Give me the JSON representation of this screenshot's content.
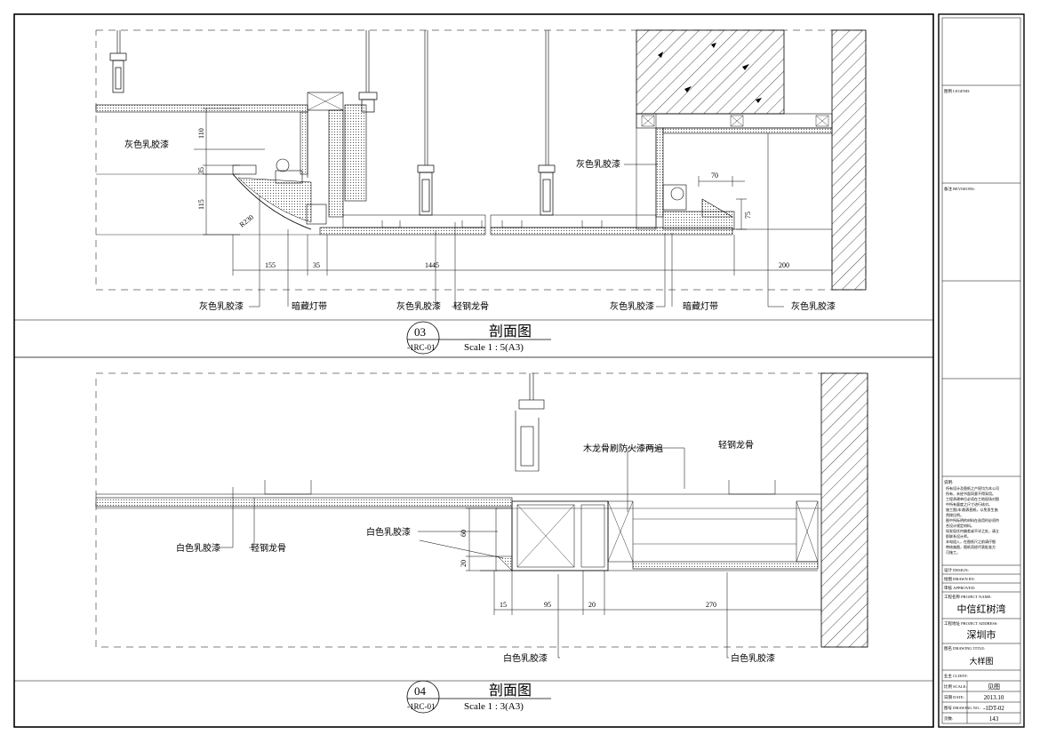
{
  "section_03": {
    "number": "03",
    "ref": "-1RC-01",
    "title": "剖面图",
    "scale": "Scale 1 : 5(A3)",
    "labels": {
      "paint_left_mid": "灰色乳胶漆",
      "paint_right_mid": "灰色乳胶漆",
      "paint_bottom_1": "灰色乳胶漆",
      "hidden_strip_1": "暗藏灯带",
      "paint_bottom_2": "灰色乳胶漆",
      "steel_keel": "轻钢龙骨",
      "paint_bottom_3": "灰色乳胶漆",
      "hidden_strip_2": "暗藏灯带",
      "paint_bottom_4": "灰色乳胶漆"
    },
    "dims": {
      "d110": "110",
      "d35v": "35",
      "d115": "115",
      "r230": "R230",
      "d155": "155",
      "d35": "35",
      "d1445": "1445",
      "d200": "200",
      "d70": "70",
      "d75": "75"
    }
  },
  "section_04": {
    "number": "04",
    "ref": "-1RC-01",
    "title": "剖面图",
    "scale": "Scale 1 : 3(A3)",
    "labels": {
      "wood_keel": "木龙骨刷防火漆两遍",
      "steel_keel_top": "轻钢龙骨",
      "white_paint_left": "白色乳胶漆",
      "steel_keel_left": "轻钢龙骨",
      "white_paint_mid": "白色乳胶漆",
      "white_paint_bottom": "白色乳胶漆",
      "white_paint_right": "白色乳胶漆"
    },
    "dims": {
      "d60": "60",
      "d20v": "20",
      "d15": "15",
      "d95": "95",
      "d20": "20",
      "d270": "270"
    }
  },
  "title_block": {
    "legend": "图例 LEGEND:",
    "revisions": "备注 REVISIONS:",
    "notes_heading": "说明:",
    "notes": [
      "所有设计及图纸之产权均为本公司",
      "所有，未经书面同意不得采用。",
      "工程承建单位必须在工地现场对图",
      "中所有量度之尺寸进行核对。",
      "施工图(本)照表图纸，以免发生施",
      "然按比例。",
      "图中所标明的材料在选用时必须符",
      "合设计规定材料。",
      "如发现任何偏差或不详之处，请立",
      "即联系设计师。",
      "本电组入，在图纸尺之前请仔细",
      "审核施图，图纸须经代表批准方",
      "可施工。"
    ],
    "design": "设计 DESIGN:",
    "drawn": "绘图 DRAWN BY:",
    "approved": "审核 APPROVED:",
    "project_name_label": "工程名称 PROJECT NAME:",
    "project_name": "中信红树湾",
    "project_address_label": "工程地址 PROJECT ADDRESS:",
    "project_address": "深圳市",
    "drawing_title_label": "图名 DRAWING TITLE:",
    "drawing_title": "大样图",
    "client_label": "业主 CLIENT:",
    "scale_label": "比例 SCALE:",
    "scale_value": "见图",
    "date_label": "日期 DATE:",
    "date_value": "2013.10",
    "drawing_no_label": "图号 DRAWING NO.:",
    "drawing_no_value": "-1DT-02",
    "page_label": "页数:",
    "page_value": "143"
  }
}
